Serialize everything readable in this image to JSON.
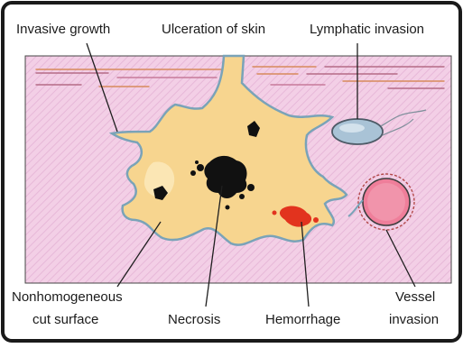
{
  "labels": {
    "invasive_growth": "Invasive growth",
    "ulceration_of_skin": "Ulceration of skin",
    "lymphatic_invasion": "Lymphatic invasion",
    "nonhomogeneous_line1": "Nonhomogeneous",
    "nonhomogeneous_line2": "cut surface",
    "necrosis": "Necrosis",
    "hemorrhage": "Hemorrhage",
    "vessel_invasion_line1": "Vessel",
    "vessel_invasion_line2": "invasion"
  },
  "colors": {
    "frame": "#1a1a1a",
    "tissue": "#f3cfe6",
    "tumor": "#f7d58f",
    "tumor_rim": "#7aa3b8",
    "necrosis": "#111111",
    "hemorrhage": "#e2331e",
    "lymphatic": "#a9c3d6",
    "vessel": "#ef7e9a"
  },
  "icons": [
    "lymphatic-vessel-shape",
    "blood-vessel-circle",
    "necrosis-blot",
    "hemorrhage-blot"
  ]
}
